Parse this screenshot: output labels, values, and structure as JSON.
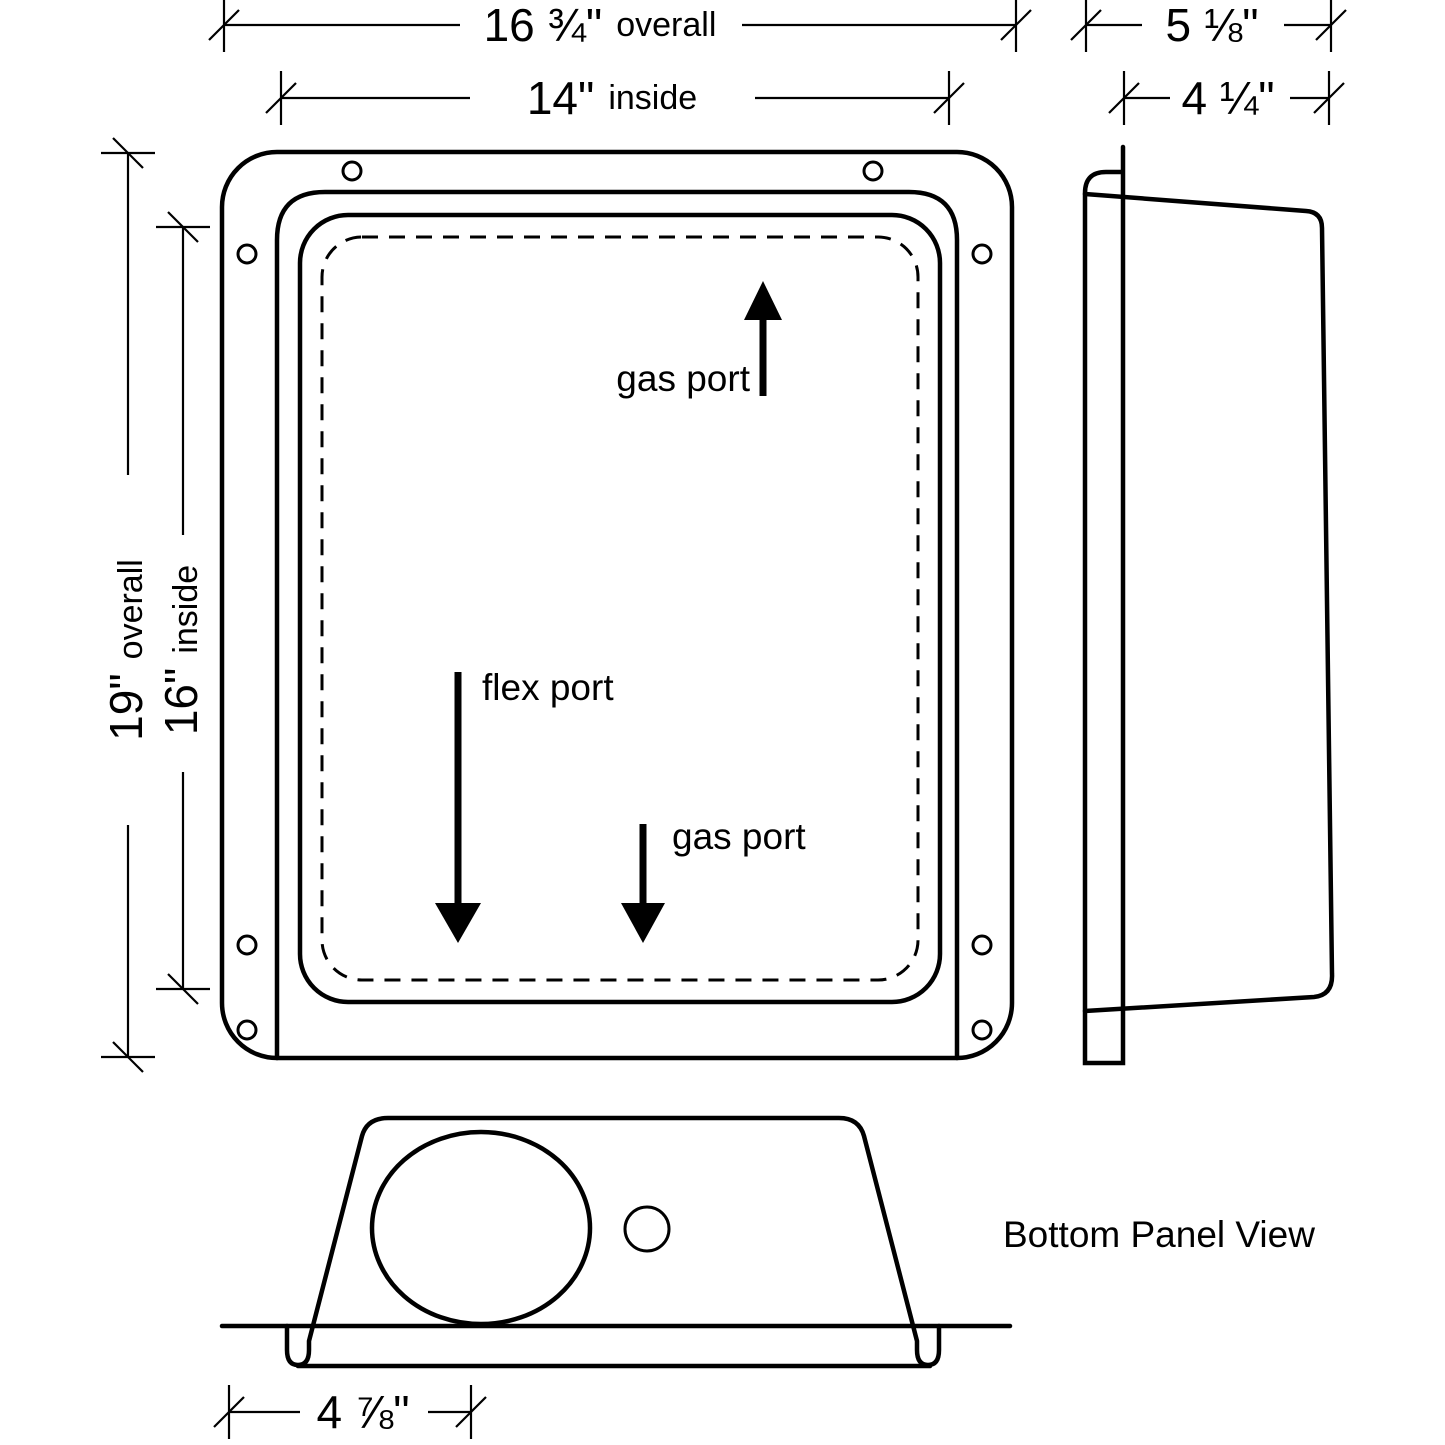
{
  "drawing": {
    "front": {
      "dim_overall_width": {
        "value": "16 ¾\"",
        "suffix": "overall"
      },
      "dim_inside_width": {
        "value": "14\"",
        "suffix": "inside"
      },
      "dim_overall_height": {
        "value": "19\"",
        "suffix": "overall"
      },
      "dim_inside_height": {
        "value": "16\"",
        "suffix": "inside"
      },
      "label_gas_port_top": "gas port",
      "label_flex_port": "flex port",
      "label_gas_port_bottom": "gas port"
    },
    "side": {
      "dim_overall_depth": {
        "value": "5 ⅛\""
      },
      "dim_inside_depth": {
        "value": "4 ¼\""
      }
    },
    "bottom": {
      "title": "Bottom Panel View",
      "dim_port_offset": {
        "value": "4 ⅞\""
      }
    },
    "colors": {
      "line": "#000000",
      "background": "#ffffff"
    }
  }
}
